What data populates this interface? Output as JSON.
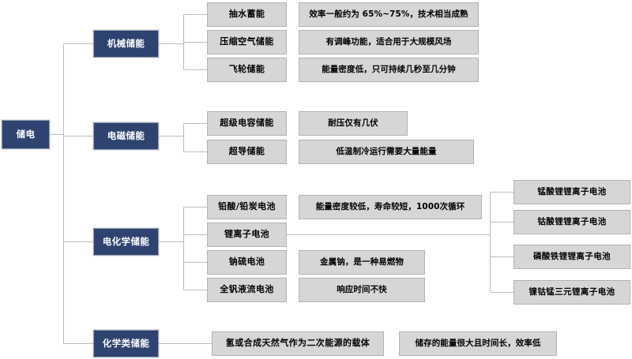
{
  "diagram": {
    "title_node": {
      "label": "储电"
    },
    "colors": {
      "branch_fill": "#2e4370",
      "leaf_fill": "#d6d6d6",
      "border": "#b2b2b2",
      "connector": "#b8bcc4",
      "text_light": "#ffffff",
      "text_dark": "#000000"
    },
    "branches": [
      {
        "label": "机械储能",
        "children": [
          {
            "label": "抽水蓄能",
            "desc": "效率一般约为 65%~75%，技术相当成熟"
          },
          {
            "label": "压缩空气储能",
            "desc": "有调峰功能，适合用于大规模风场"
          },
          {
            "label": "飞轮储能",
            "desc": "能量密度低，只可持续几秒至几分钟"
          }
        ]
      },
      {
        "label": "电磁储能",
        "children": [
          {
            "label": "超级电容储能",
            "desc": "耐压仅有几伏"
          },
          {
            "label": "超导储能",
            "desc": "低温制冷运行需要大量能量"
          }
        ]
      },
      {
        "label": "电化学储能",
        "children": [
          {
            "label": "铅酸/铅炭电池",
            "desc": "能量密度较低，寿命较短，1000次循环"
          },
          {
            "label": "锂离子电池",
            "desc": ""
          },
          {
            "label": "钠硫电池",
            "desc": "金属钠，是一种易燃物"
          },
          {
            "label": "全钒液流电池",
            "desc": "响应时间不快"
          }
        ],
        "sub_children": [
          {
            "label": "锰酸锂锂离子电池"
          },
          {
            "label": "钴酸锂锂离子电池"
          },
          {
            "label": "磷酸铁锂锂离子电池"
          },
          {
            "label": "镍钴锰三元锂离子电池"
          }
        ]
      },
      {
        "label": "化学类储能",
        "children": [
          {
            "label": "氢或合成天然气作为二次能源的载体",
            "desc": "储存的能量很大且时间长，效率低"
          }
        ]
      }
    ]
  }
}
